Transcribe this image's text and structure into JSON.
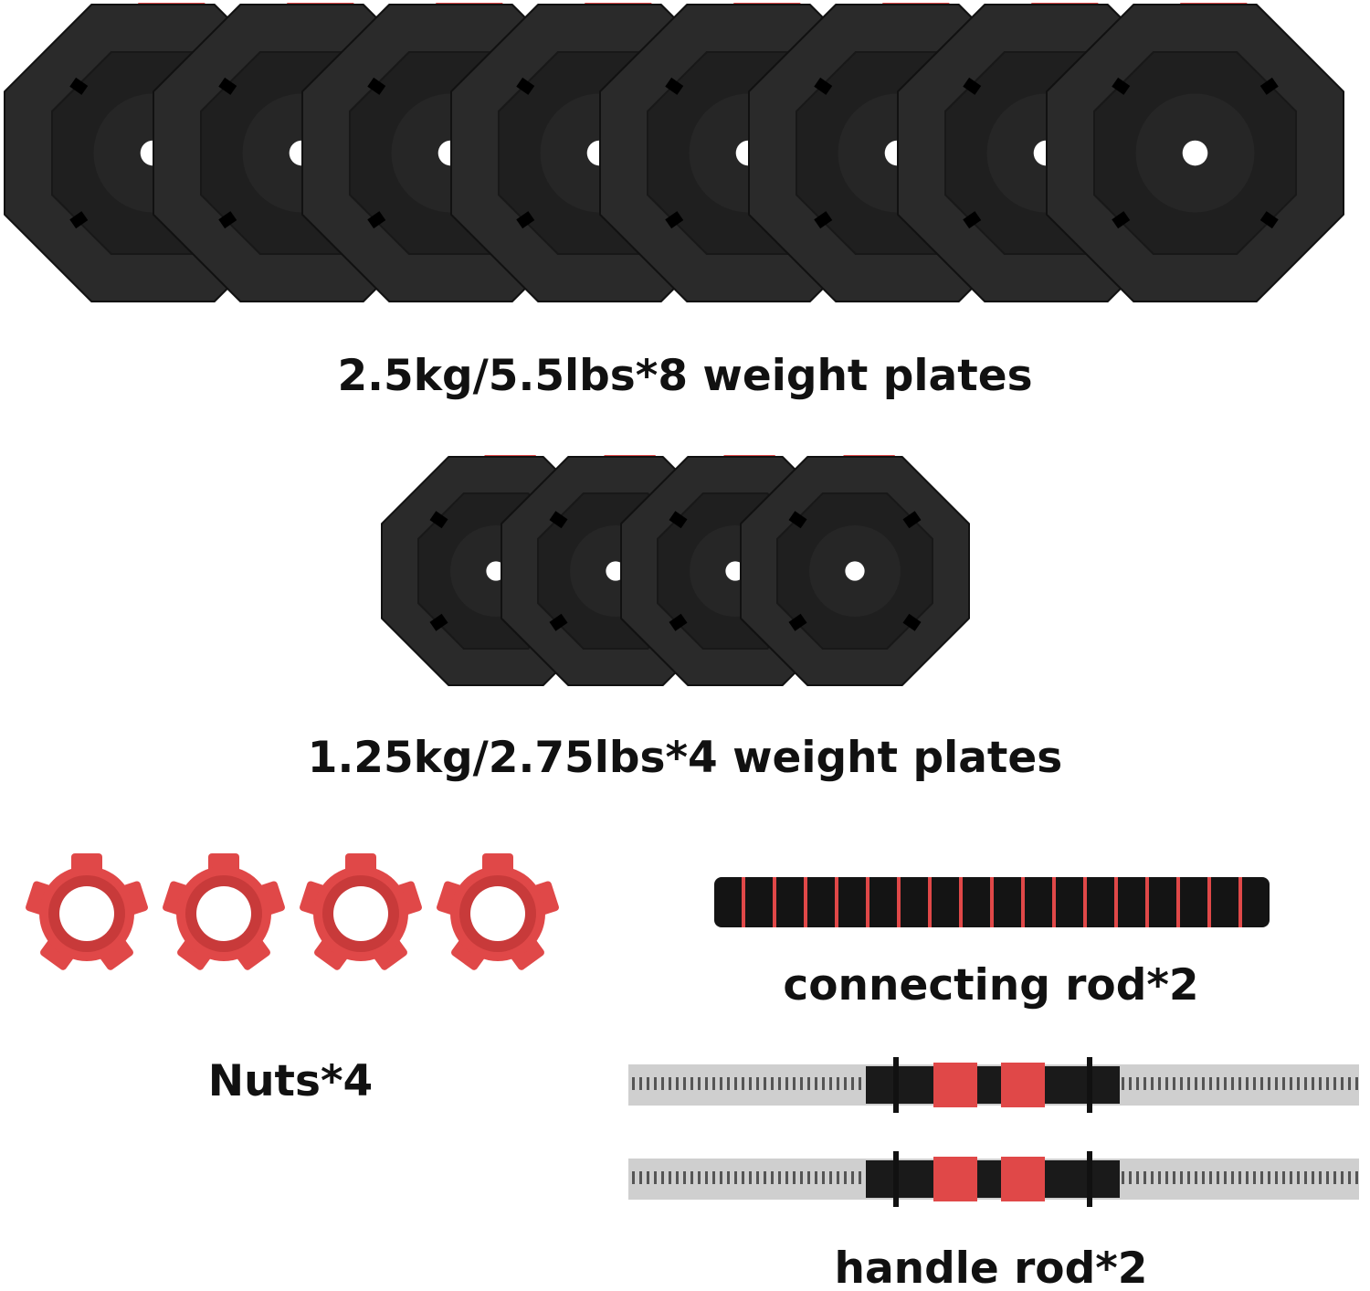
{
  "colors": {
    "plate": "#2a2a2a",
    "plate_inner": "#1f1f1f",
    "accent_red": "#e04848",
    "chrome": "#cfcfcf",
    "text": "#111111"
  },
  "large_plates": {
    "label": "2.5kg/5.5lbs*8 weight plates",
    "count": 8
  },
  "small_plates": {
    "label": "1.25kg/2.75lbs*4 weight plates",
    "count": 4
  },
  "nuts": {
    "label": "Nuts*4",
    "count": 4
  },
  "connecting_rod": {
    "label": "connecting rod*2"
  },
  "handle_rod": {
    "label": "handle rod*2",
    "count": 2
  }
}
